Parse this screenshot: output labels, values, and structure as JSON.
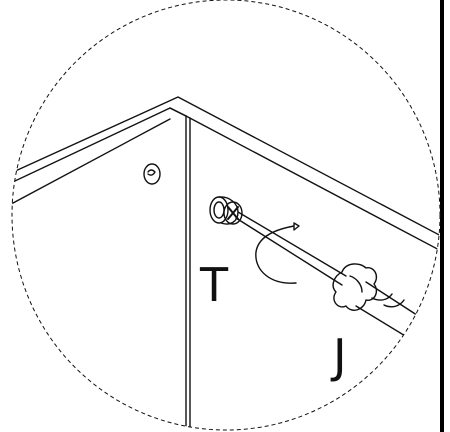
{
  "diagram": {
    "labels": {
      "part": "T",
      "tool": "J"
    },
    "icons": [
      "cam-lock-fitting",
      "screwdriver",
      "rotation-arrow",
      "pre-drilled-hole"
    ],
    "colors": {
      "line": "#111111",
      "background": "#ffffff",
      "border": "#000000"
    }
  }
}
